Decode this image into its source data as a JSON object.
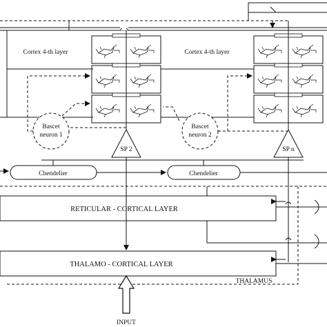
{
  "diagram": {
    "labels": {
      "cortex_left": "Cortex 4-th layer",
      "cortex_right": "Cortex 4-th layer",
      "bascet1_line1": "Bascet",
      "bascet1_line2": "neuron 1",
      "bascet2_line1": "Bascet",
      "bascet2_line2": "neuron 2",
      "sp2": "SP 2",
      "spn": "SP n",
      "chandelier_left": "Chendelier",
      "chandelier_right": "Chendelier",
      "reticular": "RETICULAR - CORTICAL LAYER",
      "thalamo": "THALAMO - CORTICAL LAYER",
      "thalamus": "THALAMUS",
      "input": "INPUT"
    }
  }
}
